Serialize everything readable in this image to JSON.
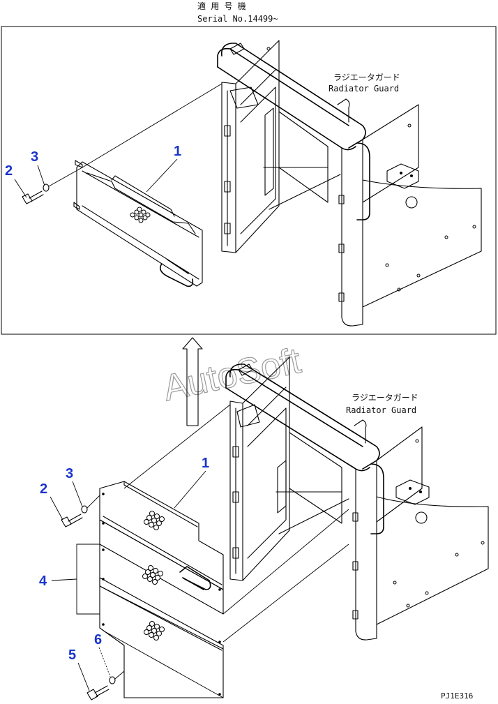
{
  "header": {
    "serial_label_jp": "適 用 号 機",
    "serial_value": "Serial No.14499~"
  },
  "watermark": "AutoSoft",
  "upper_view": {
    "guard_label_jp": "ラジエータガード",
    "guard_label_en": "Radiator Guard",
    "callouts": [
      "1",
      "2",
      "3"
    ]
  },
  "lower_view": {
    "guard_label_jp": "ラジエータガード",
    "guard_label_en": "Radiator Guard",
    "callouts": [
      "1",
      "2",
      "3",
      "4",
      "5",
      "6"
    ]
  },
  "footer": {
    "drawing_code": "PJ1E316"
  },
  "colors": {
    "callout": "#1a33cc",
    "line": "#000000",
    "watermark": "#9a9a9a"
  }
}
